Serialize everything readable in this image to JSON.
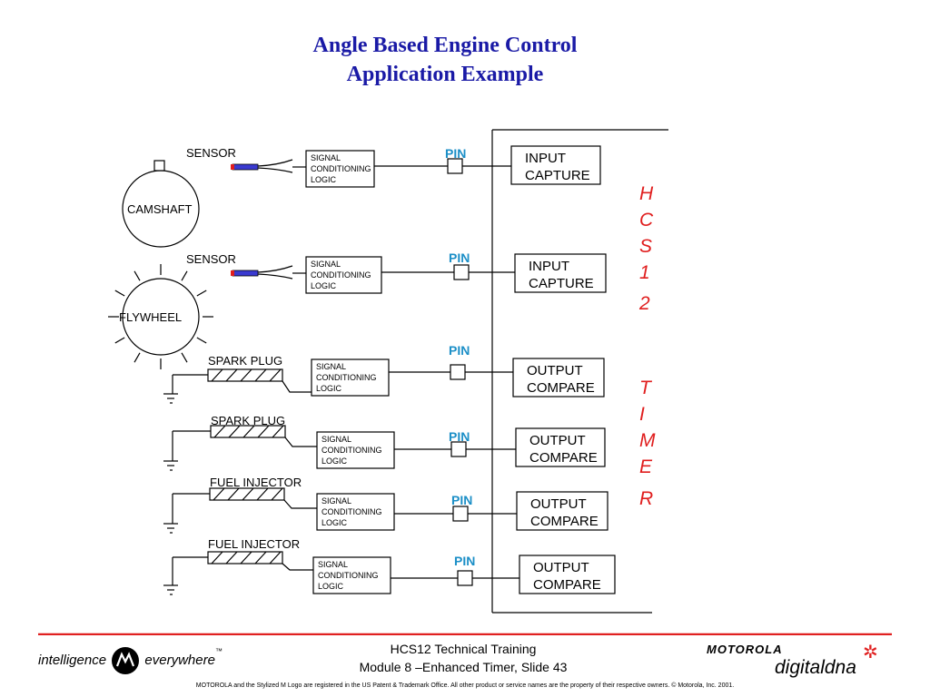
{
  "title": {
    "line1": "Angle Based Engine Control",
    "line2": "Application Example"
  },
  "diagram": {
    "sensor_label": "SENSOR",
    "camshaft_label": "CAMSHAFT",
    "flywheel_label": "FLYWHEEL",
    "pin_label": "PIN",
    "signal_conditioning": [
      "SIGNAL",
      "CONDITIONING",
      "LOGIC"
    ],
    "input_capture": [
      "INPUT",
      "CAPTURE"
    ],
    "output_compare": [
      "OUTPUT",
      "COMPARE"
    ],
    "actuators": [
      "SPARK PLUG",
      "SPARK PLUG",
      "FUEL INJECTOR",
      "FUEL INJECTOR"
    ],
    "timer_letters": [
      "H",
      "C",
      "S",
      "1",
      "2",
      "T",
      "I",
      "M",
      "E",
      "R"
    ]
  },
  "footer": {
    "course": "HCS12 Technical Training",
    "module": "Module 8 –Enhanced Timer, Slide 43",
    "tagline_left": "intelligence",
    "tagline_right": "everywhere",
    "tm": "™",
    "brand": "MOTOROLA",
    "brand_dna": "digitaldna",
    "legal": "MOTOROLA and the Stylized M Logo are registered in the US Patent & Trademark Office. All other  product or service names are  the property of their respective owners.  © Motorola, Inc. 2001.",
    "colors": {
      "title": "#1a1aa6",
      "pin": "#1c8fc7",
      "timer": "#e01e1e",
      "rule": "#e02020"
    }
  }
}
